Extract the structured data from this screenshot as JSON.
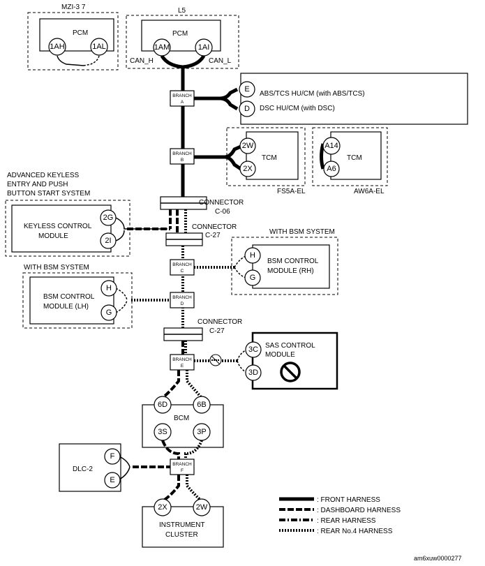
{
  "groups": {
    "mzi37": "MZI-3 7",
    "l5": "L5",
    "advanced_keyless_1": "ADVANCED KEYLESS",
    "advanced_keyless_2": "ENTRY AND PUSH",
    "advanced_keyless_3": "BUTTON START SYSTEM",
    "with_bsm_right": "WITH BSM SYSTEM",
    "with_bsm_left": "WITH BSM SYSTEM",
    "fs5a": "FS5A-EL",
    "aw6a": "AW6A-EL"
  },
  "modules": {
    "pcm_left": "PCM",
    "pcm_right": "PCM",
    "abs": "ABS/TCS HU/CM (with ABS/TCS)",
    "dsc": "DSC HU/CM (with DSC)",
    "tcm_left": "TCM",
    "tcm_right": "TCM",
    "keyless_1": "KEYLESS CONTROL",
    "keyless_2": "MODULE",
    "bsm_rh_1": "BSM CONTROL",
    "bsm_rh_2": "MODULE (RH)",
    "bsm_lh_1": "BSM CONTROL",
    "bsm_lh_2": "MODULE (LH)",
    "sas_1": "SAS CONTROL",
    "sas_2": "MODULE",
    "bcm": "BCM",
    "dlc": "DLC-2",
    "cluster_1": "INSTRUMENT",
    "cluster_2": "CLUSTER"
  },
  "signals": {
    "can_h": "CAN_H",
    "can_l": "CAN_L"
  },
  "pins": {
    "p1ah": "1AH",
    "p1al": "1AL",
    "p1am": "1AM",
    "p1ai": "1AI",
    "e_abs": "E",
    "d_dsc": "D",
    "tcm_2w": "2W",
    "tcm_2x": "2X",
    "a14": "A14",
    "a6": "A6",
    "k2g": "2G",
    "k2i": "2I",
    "h_rh": "H",
    "g_rh": "G",
    "h_lh": "H",
    "g_lh": "G",
    "s3c": "3C",
    "s3d": "3D",
    "b6d": "6D",
    "b6b": "6B",
    "b3s": "3S",
    "b3p": "3P",
    "dlc_f": "F",
    "dlc_e": "E",
    "c2x": "2X",
    "c2w": "2W"
  },
  "branches": {
    "word": "BRANCH",
    "a": "A",
    "b": "B",
    "c": "C",
    "d": "D",
    "e": "E",
    "f": "F"
  },
  "connectors": {
    "c06_1": "CONNECTOR",
    "c06_2": "C-06",
    "c27a_1": "CONNECTOR",
    "c27a_2": "C-27",
    "c27b_1": "CONNECTOR",
    "c27b_2": "C-27"
  },
  "legend": {
    "front": ": FRONT HARNESS",
    "dashboard": ": DASHBOARD HARNESS",
    "rear": ": REAR HARNESS",
    "rear4": ": REAR No.4 HARNESS"
  },
  "footer": {
    "code": "am6xuw0000277"
  }
}
